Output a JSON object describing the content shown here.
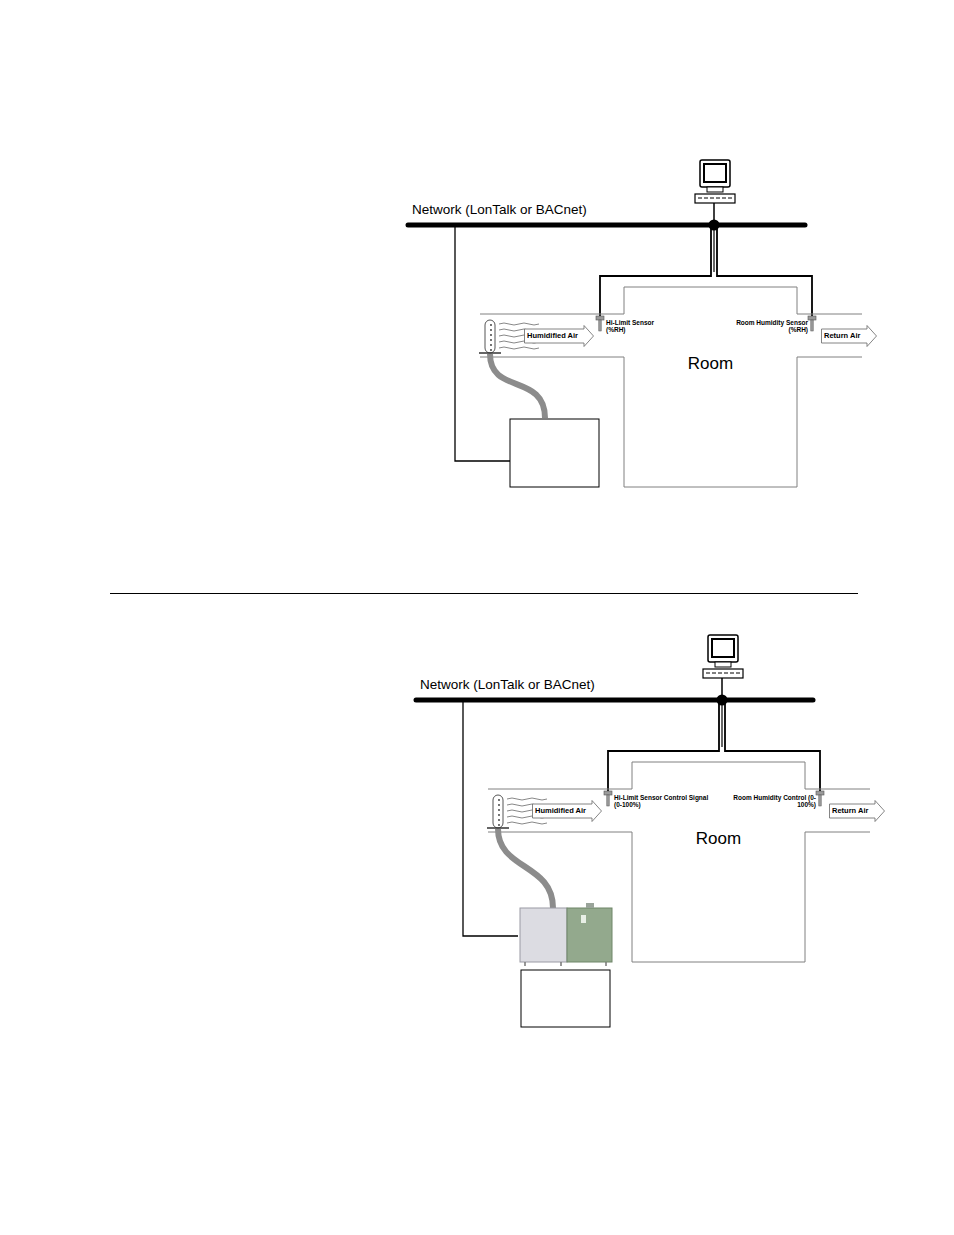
{
  "diagram": {
    "nodes": [
      {
        "text": [
          "Room"
        ]
      },
      {
        "text": [
          "Humidified Air"
        ]
      },
      {
        "text": [
          "Return Air"
        ]
      },
      {
        "text": [
          "Room"
        ]
      },
      {
        "text": [
          "Humidified Air"
        ]
      },
      {
        "text": [
          "Return Air"
        ]
      }
    ],
    "labels": [
      "Network (LonTalk or BACnet)",
      "Hi-Limit Sensor (%RH)",
      "Room Humidity Sensor (%RH)",
      "Network (LonTalk or BACnet)",
      "Hi-Limit Sensor Control Signal (0-100%)",
      "Room Humidity Control (0-100%)"
    ]
  }
}
